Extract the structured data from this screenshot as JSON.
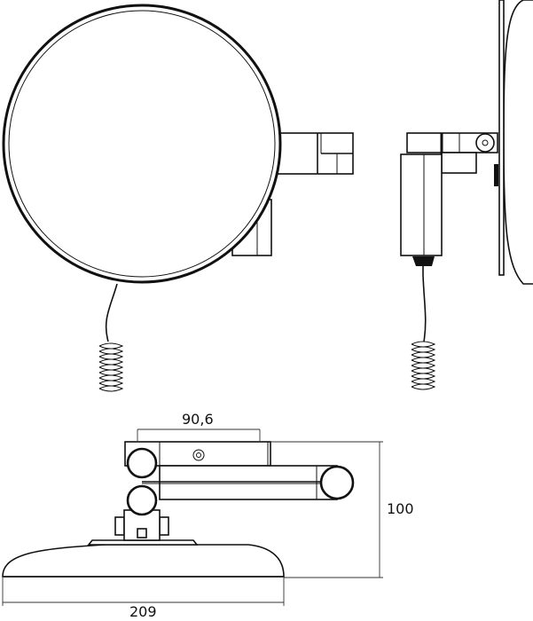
{
  "dimensions": {
    "arm_offset": "90,6",
    "height": "100",
    "base_width": "209"
  },
  "colors": {
    "line": "#111111",
    "background": "#ffffff"
  }
}
